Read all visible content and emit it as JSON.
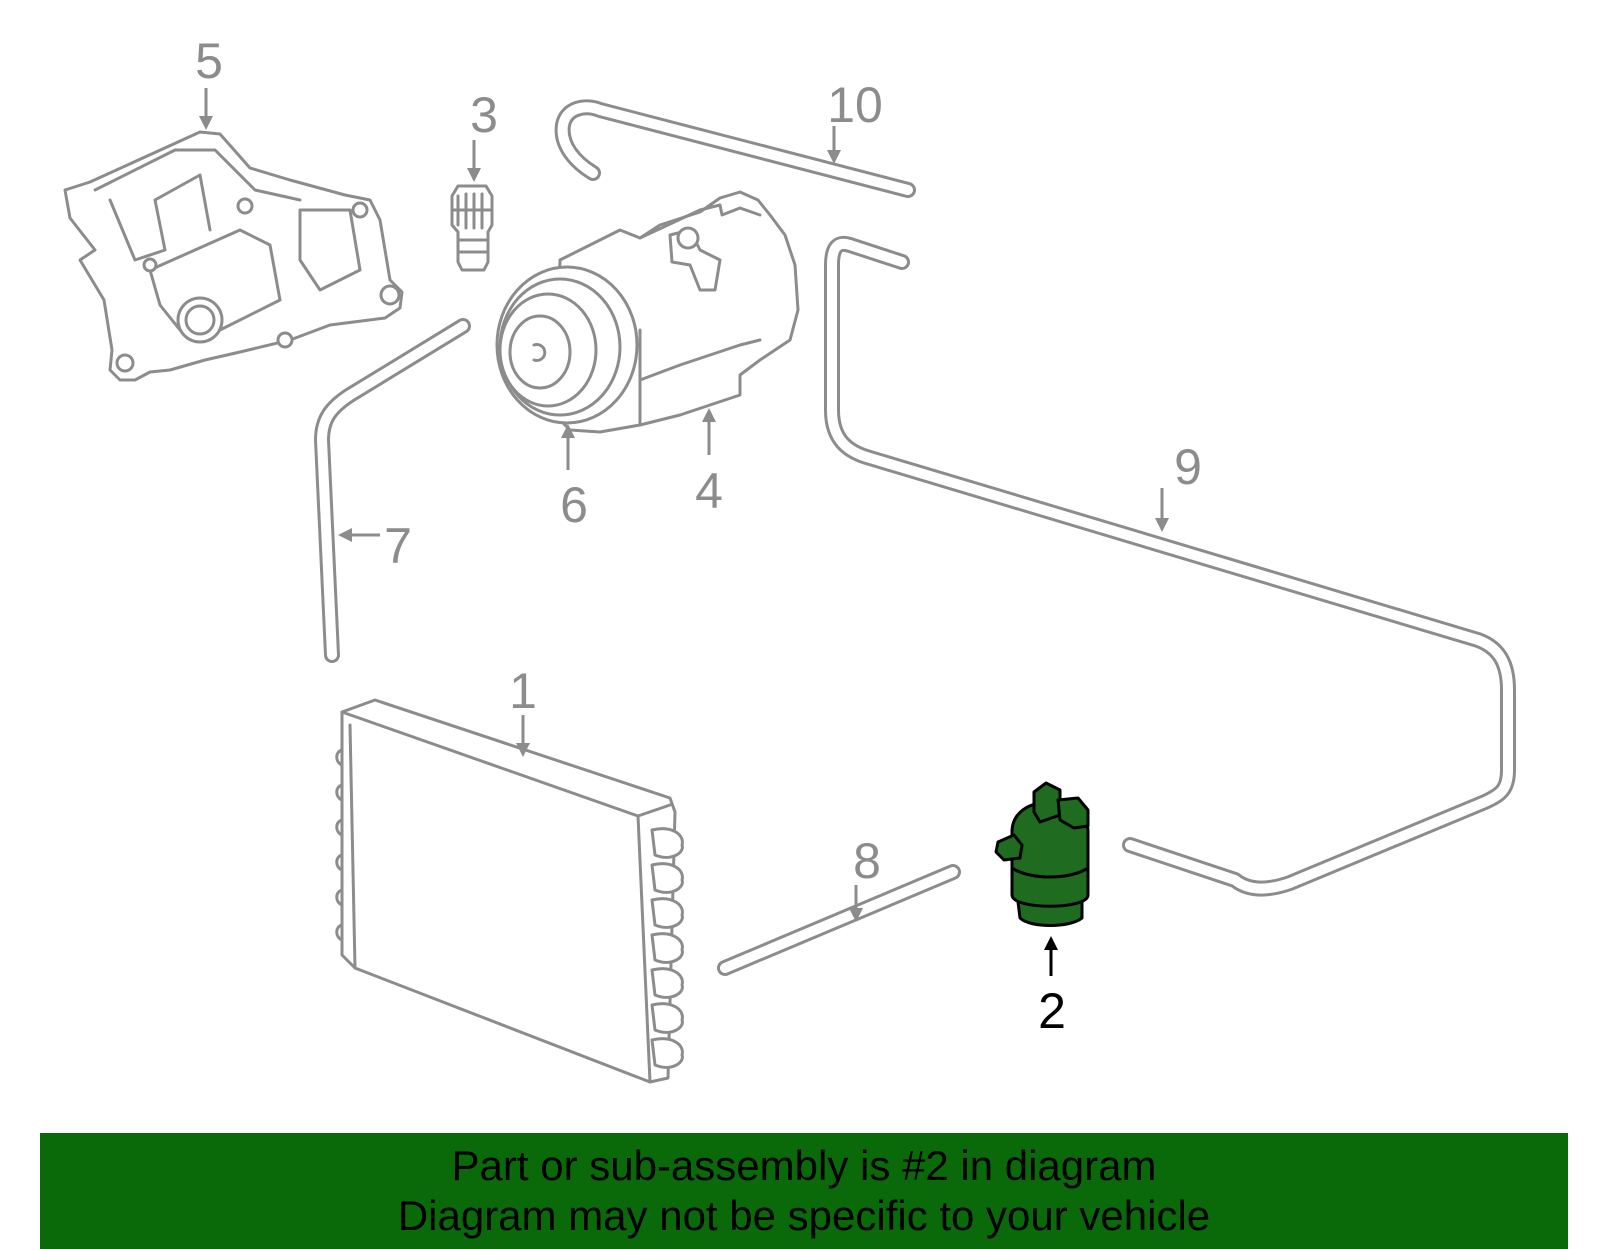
{
  "callouts": {
    "c1": "1",
    "c2": "2",
    "c3": "3",
    "c4": "4",
    "c5": "5",
    "c6": "6",
    "c7": "7",
    "c8": "8",
    "c9": "9",
    "c10": "10"
  },
  "highlighted_part": "2",
  "colors": {
    "highlight_part": "#1f6b1f",
    "banner_background": "#0a6a0a",
    "line_gray": "#8c8c8c"
  },
  "banner": {
    "line1": "Part or sub-assembly is #2 in diagram",
    "line2": "Diagram may not be specific to your vehicle"
  }
}
